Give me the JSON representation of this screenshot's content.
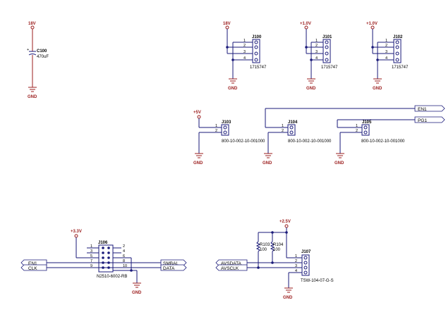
{
  "power_labels": {
    "v18": "18V",
    "v1_0": "+1.0V",
    "v5": "+5V",
    "v3_3": "+3.3V",
    "v2_5": "+2.5V",
    "gnd": "GND"
  },
  "components": {
    "c100": {
      "ref": "C100",
      "value": "470uF"
    },
    "j100": {
      "ref": "J100",
      "part": "1715747"
    },
    "j101": {
      "ref": "J101",
      "part": "1715747"
    },
    "j102": {
      "ref": "J102",
      "part": "1715747"
    },
    "j103": {
      "ref": "J103",
      "part": "800-10-002-10-001000"
    },
    "j104": {
      "ref": "J104",
      "part": "800-10-002-10-001000"
    },
    "j105": {
      "ref": "J105",
      "part": "800-10-002-10-001000"
    },
    "j106": {
      "ref": "J106",
      "part": "N2510-6002-RB"
    },
    "j107": {
      "ref": "J107",
      "part": "TSW-104-07-G-S"
    },
    "r103": {
      "ref": "R103",
      "value": "100"
    },
    "r104": {
      "ref": "R104",
      "value": "100"
    }
  },
  "pins": {
    "p1": "1",
    "p2": "2",
    "p3": "3",
    "p4": "4",
    "p5": "5",
    "p6": "6",
    "p7": "7",
    "p8": "8",
    "p9": "9",
    "p10": "10"
  },
  "nets": {
    "en1": "EN1",
    "pg1": "PG1",
    "clk": "CLK",
    "smbal": "SMBAL",
    "data": "DATA",
    "avsdata": "AVSDATA",
    "avsclk": "AVSCLK"
  },
  "colors": {
    "wire": "#1a1a7a",
    "power": "#9b1c1c"
  }
}
